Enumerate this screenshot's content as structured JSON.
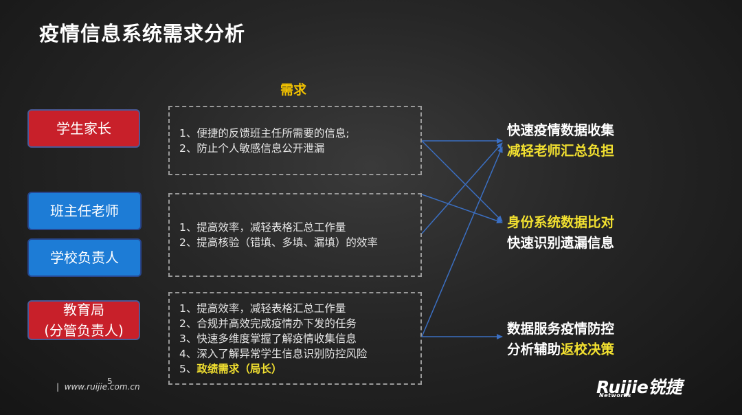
{
  "title": "疫情信息系统需求分析",
  "need_header": "需求",
  "roles": [
    {
      "label": "学生家长",
      "color": "#c8202a"
    },
    {
      "label": "班主任老师",
      "color": "#1d7cd6"
    },
    {
      "label": "学校负责人",
      "color": "#1d7cd6"
    },
    {
      "label_line1": "教育局",
      "label_line2": "(分管负责人)",
      "color": "#c8202a"
    }
  ],
  "needs": [
    {
      "lines": [
        "1、便捷的反馈班主任所需要的信息;",
        "2、防止个人敏感信息公开泄漏"
      ]
    },
    {
      "lines": [
        "1、提高效率，减轻表格汇总工作量",
        "2、提高核验（错填、多填、漏填）的效率"
      ]
    },
    {
      "lines": [
        "1、提高效率，减轻表格汇总工作量",
        "2、合规并高效完成疫情办下发的任务",
        "3、快速多维度掌握了解疫情收集信息",
        "4、深入了解异常学生信息识别防控风险"
      ],
      "last_prefix": "5、",
      "last_highlight": "政绩需求（局长）"
    }
  ],
  "outcomes": [
    {
      "line1": "快速疫情数据收集",
      "line2_plain": "",
      "line2_highlight": "减轻老师汇总负担"
    },
    {
      "line1_highlight": "身份系统数据比对",
      "line2": "快速识别遗漏信息"
    },
    {
      "line1": "数据服务疫情防控",
      "line2_plain": "分析辅助",
      "line2_highlight": "返校决策"
    }
  ],
  "footer": {
    "url": "www.ruijie.com.cn",
    "page": "5"
  },
  "logo": {
    "main": "Ruijie锐捷",
    "sub": "Networks"
  },
  "colors": {
    "red": "#c8202a",
    "blue": "#1d7cd6",
    "highlight": "#f2e030",
    "header": "#f2c200",
    "arrow": "#3b6fc2"
  }
}
